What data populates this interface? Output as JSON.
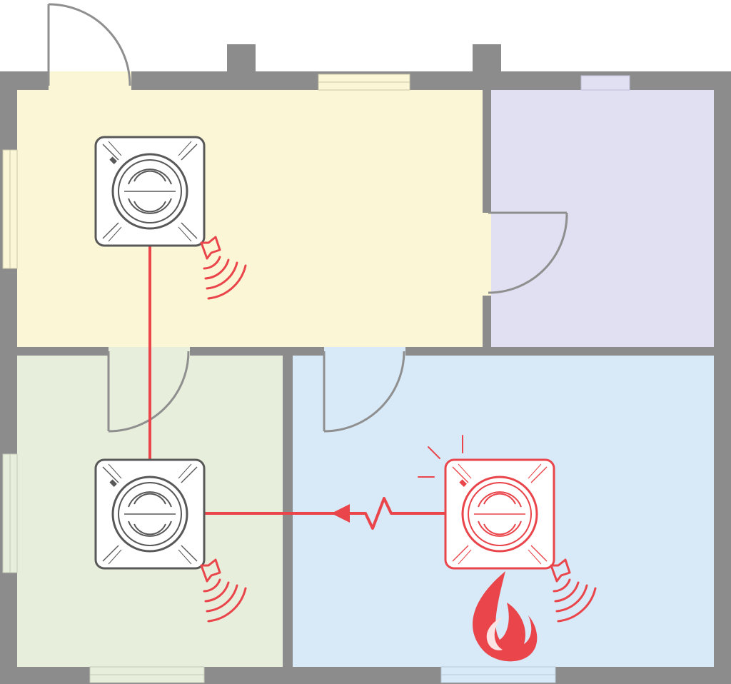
{
  "colors": {
    "wall": "#8c8c8c",
    "room_yellow": "#fbf7d6",
    "room_lavender": "#e1e0f2",
    "room_green": "#e8eedc",
    "room_blue": "#d8eaf8",
    "door_line": "#8f8f8f",
    "alarm_red": "#e9454a",
    "detector_outline": "#585858",
    "detector_fill": "#ffffff"
  },
  "icons": {
    "detector": "smoke-detector-icon",
    "siren": "siren-icon",
    "fire": "fire-icon",
    "signal": "wireless-signal-icon"
  },
  "detectors": [
    {
      "id": "detector-hallway",
      "room": "yellow",
      "state": "idle"
    },
    {
      "id": "detector-green-room",
      "room": "green",
      "state": "idle"
    },
    {
      "id": "detector-blue-room",
      "room": "blue",
      "state": "triggered"
    }
  ]
}
